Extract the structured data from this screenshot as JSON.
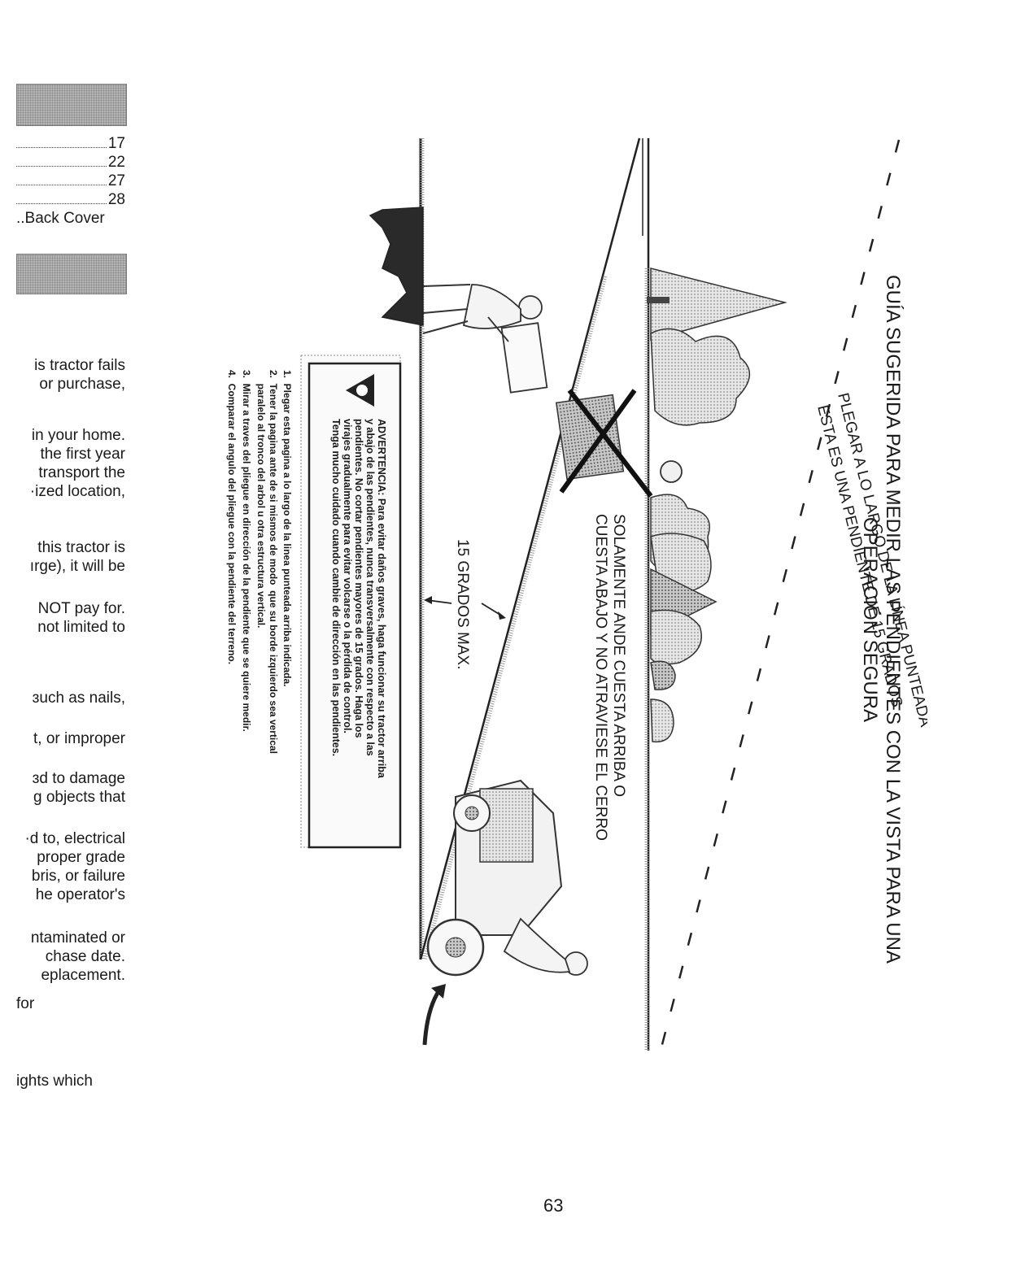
{
  "left_column": {
    "toc_entries": [
      {
        "page": "17"
      },
      {
        "page": "22"
      },
      {
        "page": "27"
      },
      {
        "page": "28"
      }
    ],
    "toc_last": "..Back Cover",
    "paragraph_1": [
      "is tractor fails",
      "or purchase,"
    ],
    "paragraph_2": [
      "in your home.",
      "the first year",
      "transport the",
      "·ized location,"
    ],
    "paragraph_3": [
      "this tractor is",
      "ırge), it will be"
    ],
    "paragraph_4": [
      "NOT pay for.",
      "not limited to"
    ],
    "paragraph_5": [
      "ɜuch as nails,"
    ],
    "paragraph_6": [
      "t, or improper"
    ],
    "paragraph_7": [
      "ɜd to damage",
      "g objects that"
    ],
    "paragraph_8": [
      "·d to, electrical",
      "proper grade",
      "bris, or failure",
      "he operator's"
    ],
    "paragraph_9": [
      "ntaminated or",
      "chase date.",
      "eplacement."
    ],
    "paragraph_10": [
      "for"
    ],
    "paragraph_11": [
      "ights which"
    ]
  },
  "diagram": {
    "title_line_1": "GUÍA SUGERIDA PARA MEDIR LAS PENDIENTES CON LA VISTA PARA UNA",
    "title_line_2": "OPERACIÓN SEGURA",
    "fold_line_1": "PLEGAR A LO LARGO DE LA LÍNEA PUNTEADA",
    "fold_line_2": "ESTA ES UNA PENDIENTE DE 15 GRADOS",
    "uphill_line_1": "SOLAMENTE ANDE CUESTA ARRIBA O",
    "uphill_line_2": "CUESTA ABAJO Y NO ATRAVIESE EL CERRO",
    "angle_label": "15 GRADOS MAX.",
    "warning_lines": [
      "ADVERTENCIA: Para evitar daños graves, haga funcionar su tractor arriba",
      "y abajo de las pendientes, nunca transversalmente con respecto a las",
      "pendientes. No cortar pendientes mayores de 15 grados. Haga los",
      "virajes gradualmente para evitar volcarse o la pérdida de control.",
      "Tenga mucho cuidado cuando cambie de dirección en las pendientes."
    ],
    "instructions": [
      "1.  Plegar esta pagina a lo largo de la linea punteada arriba indicada.",
      "2.  Tener la pagina ante de si mismos de modo  que su borde izquierdo sea vertical",
      "     paralelo al tronco del arbol u otra estructura vertical.",
      "3.  Mirar a traves del pliegue en dirección de la pendiente que se quiere medir.",
      "4.  Comparar el angulo del pliegue con la pendiente del terreno."
    ]
  },
  "page_number": "63"
}
